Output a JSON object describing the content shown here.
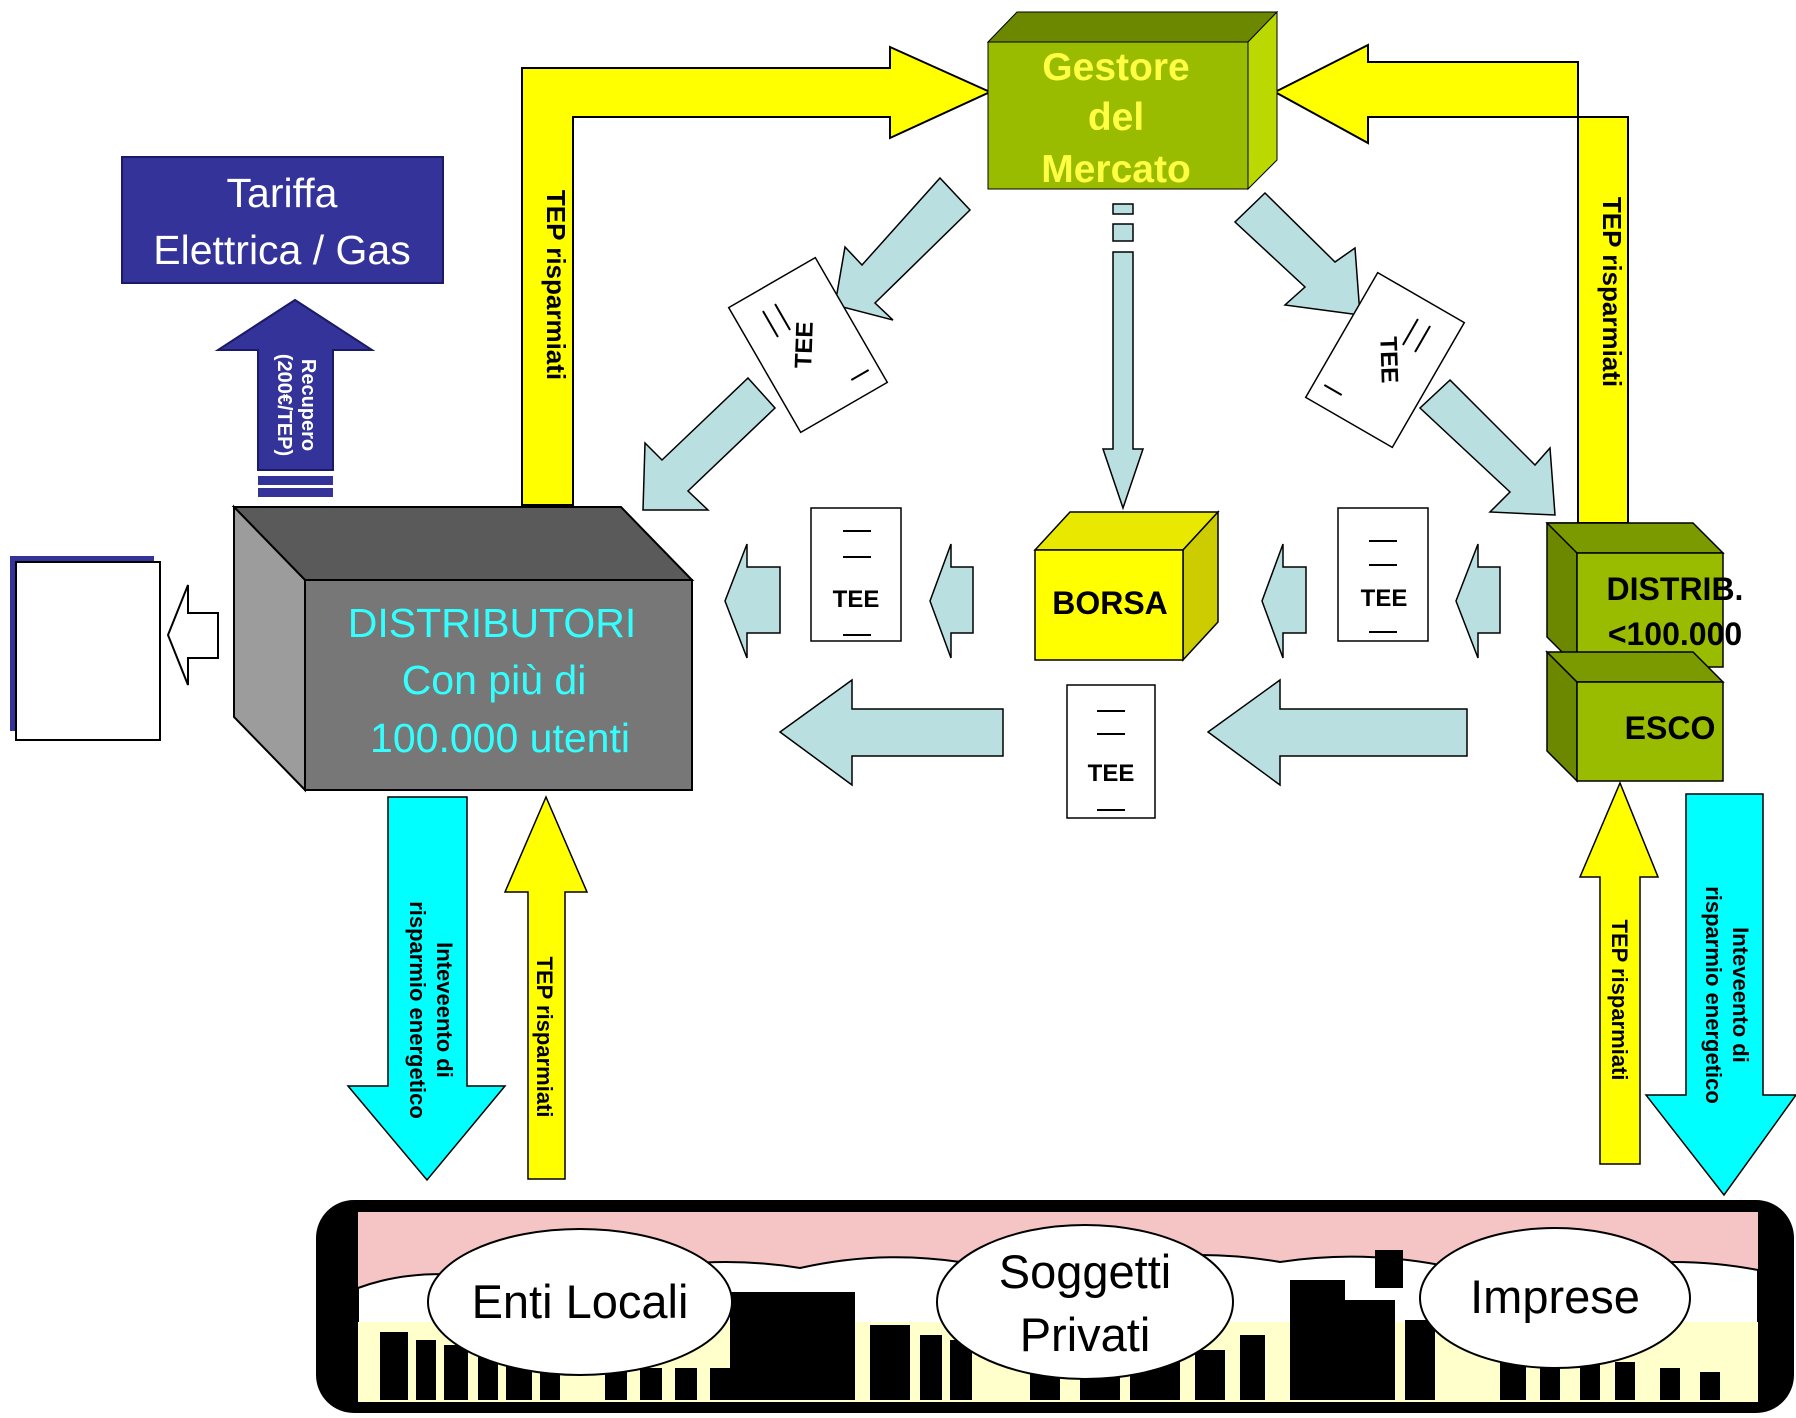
{
  "colors": {
    "accent_green": "#99bb00",
    "green_dark": "#6b8800",
    "green_light": "#bbd800",
    "gestore_text": "#ffff44",
    "yellow": "#ffff00",
    "gray_front": "#777777",
    "gray_top": "#5a5a5a",
    "gray_side": "#9c9c9c",
    "distrib_text": "#33ffff",
    "navy": "#333399",
    "cyan": "#00ffff",
    "light_blue": "#b9dfe0",
    "pink": "#f5c4c4",
    "cream": "#ffffcc"
  },
  "nodes": {
    "tariffa": {
      "line1": "Tariffa",
      "line2": "Elettrica / Gas"
    },
    "recupero": {
      "line1": "Recupero",
      "line2": "(200€/TEP)"
    },
    "gestore": {
      "line1": "Gestore",
      "line2": "del",
      "line3": "Mercato"
    },
    "distributori": {
      "line1": "DISTRIBUTORI",
      "line2": "Con più di",
      "line3": "100.000 utenti"
    },
    "borsa": {
      "label": "BORSA"
    },
    "distrib_small": {
      "line1": "DISTRIB.",
      "line2": "<100.000"
    },
    "esco": {
      "label": "ESCO"
    }
  },
  "labels": {
    "tep_risparmiati": "TEP risparmiati",
    "intervento_line1": "Inteveento di",
    "intervento_line2": "risparmio energetico",
    "tee": "TEE"
  },
  "city": {
    "enti_locali": "Enti Locali",
    "soggetti_line1": "Soggetti",
    "soggetti_line2": "Privati",
    "imprese": "Imprese"
  }
}
